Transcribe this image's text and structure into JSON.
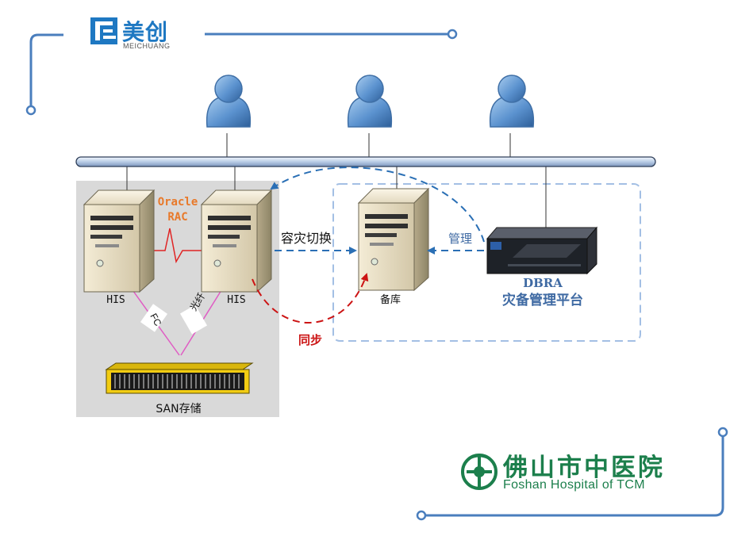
{
  "brand": {
    "name_cn": "美创",
    "name_en": "MEICHUANG"
  },
  "hospital": {
    "name_cn": "佛山市中医院",
    "name_en": "Foshan Hospital of TCM"
  },
  "diagram": {
    "servers": {
      "his_1": "HIS",
      "his_2": "HIS",
      "backup": "备库"
    },
    "rac_label": [
      "Oracle",
      "RAC"
    ],
    "links": {
      "fc": "FC",
      "fiber": "光纤",
      "failover": "容灾切换",
      "manage": "管理",
      "sync": "同步"
    },
    "platform": {
      "name": "DBRA",
      "subtitle": "灾备管理平台"
    },
    "storage": "SAN存储"
  },
  "colors": {
    "accent_blue": "#4a7ebd",
    "dashed_blue": "#2a6fb5",
    "sync_red": "#cc1414",
    "rac_orange": "#e8792a",
    "fc_pink": "#e05cc4",
    "storage_yellow": "#f2cc12",
    "platform_text": "#3f6aa3"
  }
}
